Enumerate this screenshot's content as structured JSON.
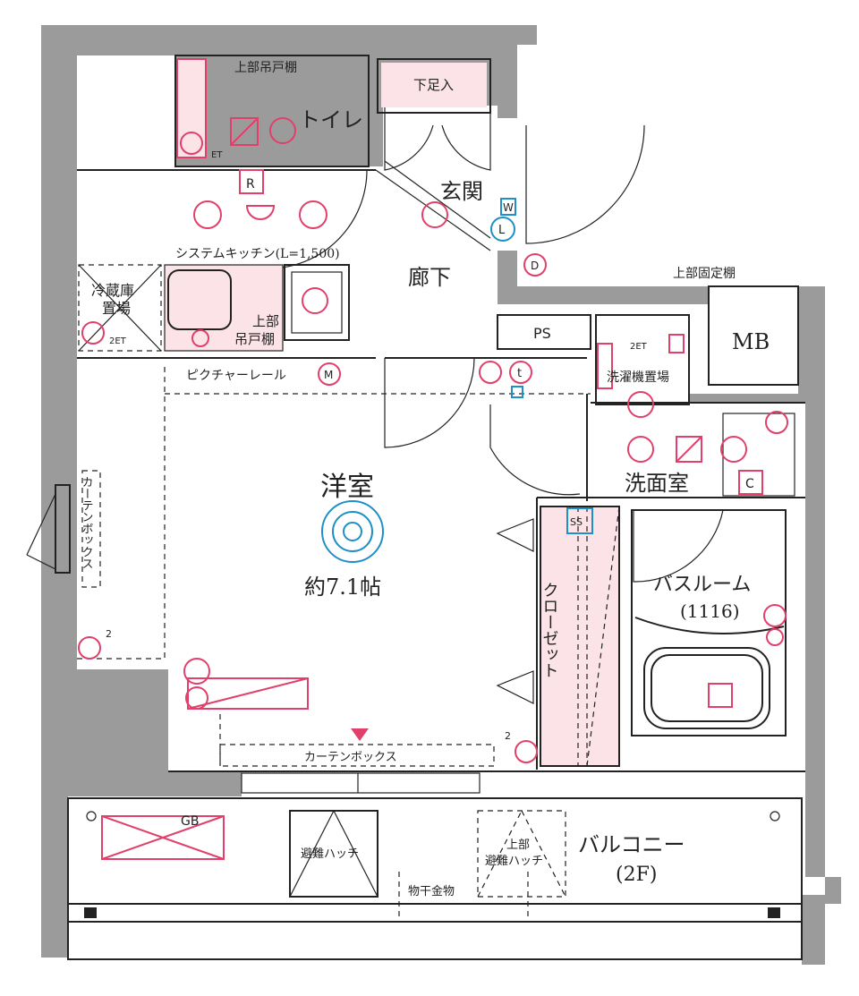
{
  "rooms": {
    "toilet": "トイレ",
    "entrance": "玄関",
    "hallway": "廊下",
    "western_room": "洋室",
    "western_room_size": "約7.1帖",
    "washroom": "洗面室",
    "bathroom": "バスルーム",
    "bathroom_size": "(1116)",
    "closet": "クローゼット",
    "balcony": "バルコニー",
    "balcony_floor": "(2F)",
    "mb": "MB",
    "ps": "PS"
  },
  "labels": {
    "upper_hanging_shelf_toilet": "上部吊戸棚",
    "shoe_box": "下足入",
    "system_kitchen": "システムキッチン(L=1,500)",
    "fridge_space_1": "冷蔵庫",
    "fridge_space_2": "置場",
    "kitchen_shelf_1": "上部",
    "kitchen_shelf_2": "吊戸棚",
    "picture_rail": "ピクチャーレール",
    "upper_fixed_shelf": "上部固定棚",
    "washer_space": "洗濯機置場",
    "curtain_box_side": "カーテンボックス",
    "curtain_box_bottom": "カーテンボックス",
    "escape_hatch": "避難ハッチ",
    "upper_escape_hatch_1": "上部",
    "upper_escape_hatch_2": "避難ハッチ",
    "drying_hardware": "物干金物",
    "gb": "GB"
  },
  "symbols": {
    "r": "R",
    "m": "M",
    "d": "D",
    "c": "C",
    "w": "W",
    "l": "L",
    "t": "t",
    "ss": "SS",
    "et": "ET",
    "et2": "2ET",
    "outlet_count": "2"
  },
  "colors": {
    "wall": "#9b9b9b",
    "fixture": "#e0406a",
    "fixture_fill": "#fbe3e8",
    "light": "#1e8fc8"
  }
}
